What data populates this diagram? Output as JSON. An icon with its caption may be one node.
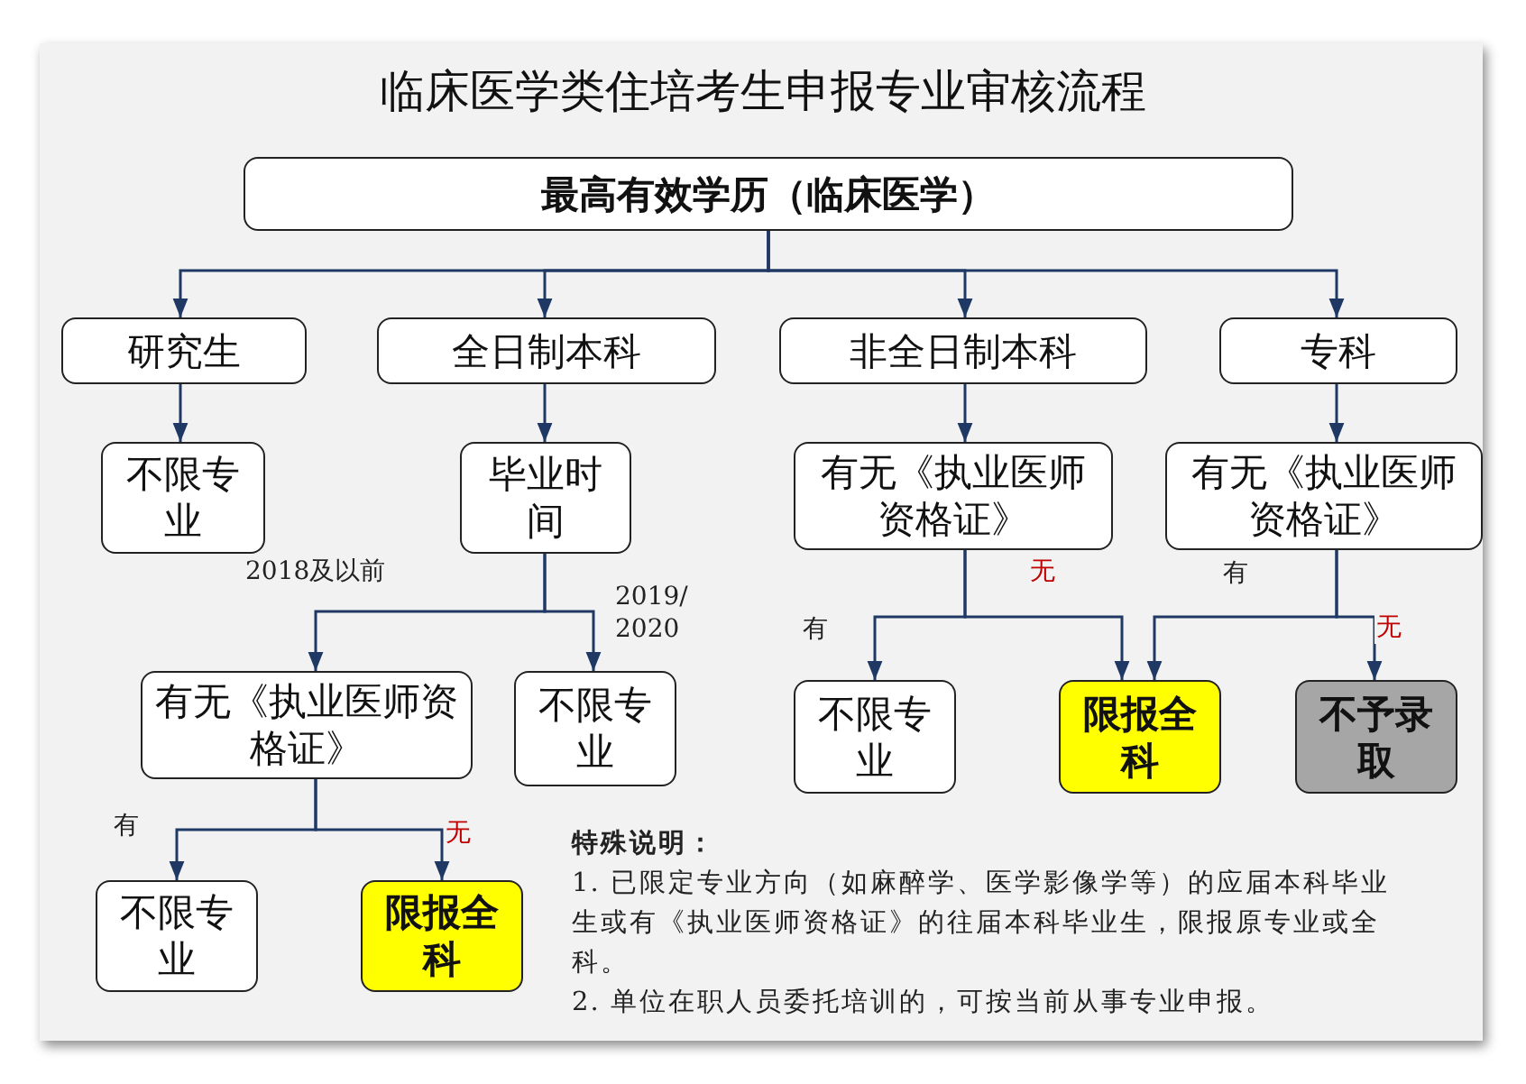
{
  "diagram": {
    "title": "临床医学类住培考生申报专业审核流程",
    "nodes": [
      {
        "text": [
          "最高有效学历（临床医学）"
        ]
      },
      {
        "text": [
          "研究生"
        ]
      },
      {
        "text": [
          "全日制本科"
        ]
      },
      {
        "text": [
          "非全日制本科"
        ]
      },
      {
        "text": [
          "专科"
        ]
      },
      {
        "text": [
          "不限专业"
        ]
      },
      {
        "text": [
          "毕业时间"
        ]
      },
      {
        "text": [
          "有无《执业医师资格证》"
        ]
      },
      {
        "text": [
          "有无《执业医师资格证》"
        ]
      },
      {
        "text": [
          "有无《执业医师资格证》"
        ]
      },
      {
        "text": [
          "不限专业"
        ]
      },
      {
        "text": [
          "不限专业"
        ]
      },
      {
        "text": [
          "限报全科"
        ]
      },
      {
        "text": [
          "不予录取"
        ]
      },
      {
        "text": [
          "不限专业"
        ]
      },
      {
        "text": [
          "限报全科"
        ]
      }
    ],
    "edges": [
      {
        "from": 0,
        "to": 1,
        "arrow": "to"
      },
      {
        "from": 0,
        "to": 2,
        "arrow": "to"
      },
      {
        "from": 0,
        "to": 3,
        "arrow": "to"
      },
      {
        "from": 0,
        "to": 4,
        "arrow": "to"
      },
      {
        "from": 1,
        "to": 5,
        "arrow": "to"
      },
      {
        "from": 2,
        "to": 6,
        "arrow": "to"
      },
      {
        "from": 3,
        "to": 7,
        "arrow": "to"
      },
      {
        "from": 4,
        "to": 8,
        "arrow": "to"
      },
      {
        "from": 6,
        "to": 9,
        "arrow": "to",
        "label": "2018及以前"
      },
      {
        "from": 6,
        "to": 10,
        "arrow": "to",
        "label": "2019/ 2020"
      },
      {
        "from": 7,
        "to": 11,
        "arrow": "to",
        "label": "有"
      },
      {
        "from": 7,
        "to": 12,
        "arrow": "to",
        "label": "无"
      },
      {
        "from": 8,
        "to": 12,
        "arrow": "to",
        "label": "有"
      },
      {
        "from": 8,
        "to": 13,
        "arrow": "to",
        "label": "无"
      },
      {
        "from": 9,
        "to": 14,
        "arrow": "to",
        "label": "有"
      },
      {
        "from": 9,
        "to": 15,
        "arrow": "to",
        "label": "无"
      }
    ],
    "labels": [
      "特殊说明：",
      "1. 已限定专业方向（如麻醉学、医学影像学等）的应届本科毕业生或有《执业医师资格证》的往届本科毕业生，限报原专业或全科。",
      "2. 单位在职人员委托培训的，可按当前从事专业申报。"
    ]
  }
}
